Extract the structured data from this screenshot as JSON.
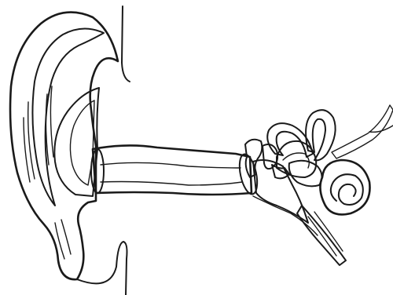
{
  "diagram": {
    "kind": "anatomical line drawing",
    "parts": [
      "outer-ear",
      "ear-canal",
      "eardrum",
      "ossicles",
      "semicircular-canals",
      "cochlea",
      "auditory-nerve"
    ],
    "colors": {
      "ink": "#1a1a1a",
      "light_shade": "#e6e6e6",
      "mid_shade": "#bdbdbd",
      "dark_shade": "#7a7a7a",
      "background": "#ffffff"
    }
  }
}
